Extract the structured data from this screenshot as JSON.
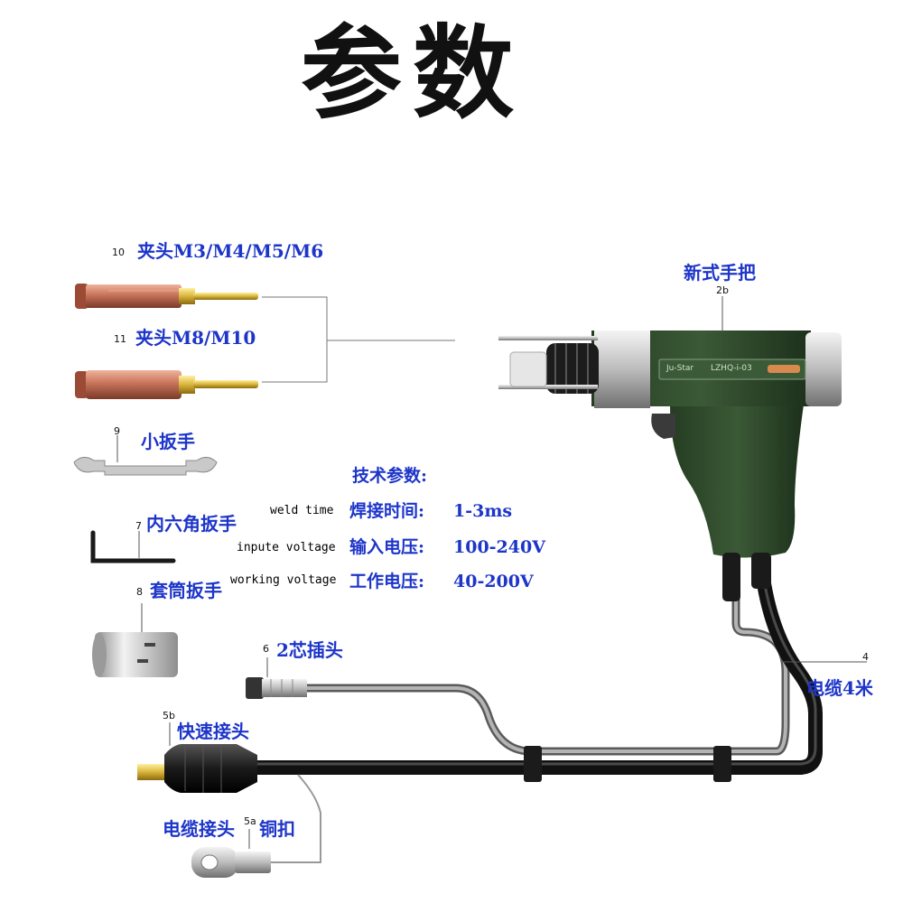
{
  "title": "参数",
  "parts": {
    "p10": {
      "num": "10",
      "label": "夹头M3/M4/M5/M6"
    },
    "p11": {
      "num": "11",
      "label": "夹头M8/M10"
    },
    "p9": {
      "num": "9",
      "label": "小扳手"
    },
    "p7": {
      "num": "7",
      "label": "内六角扳手"
    },
    "p8": {
      "num": "8",
      "label": "套筒扳手"
    },
    "p6": {
      "num": "6",
      "label": "2芯插头"
    },
    "p5b": {
      "num": "5b",
      "label": "快速接头"
    },
    "p5a": {
      "num": "5a",
      "label_a": "电缆接头",
      "label_b": "铜扣"
    },
    "p2b": {
      "num": "2b",
      "label": "新式手把"
    },
    "p4": {
      "num": "4",
      "label": "电缆4米"
    }
  },
  "gun_text": {
    "brand": "Ju-Star",
    "model": "LZHQ-i-03"
  },
  "specs": {
    "heading": "技术参数:",
    "rows": [
      {
        "en": "weld time",
        "cn": "焊接时间:",
        "value": "1-3ms"
      },
      {
        "en": "inpute voltage",
        "cn": "输入电压:",
        "value": "100-240V"
      },
      {
        "en": "working voltage",
        "cn": "工作电压:",
        "value": "40-200V"
      }
    ]
  },
  "colors": {
    "label": "#1d35c9",
    "gun_body": "#2f4a2c",
    "copper": "#c7735a",
    "cable": "#222222"
  }
}
